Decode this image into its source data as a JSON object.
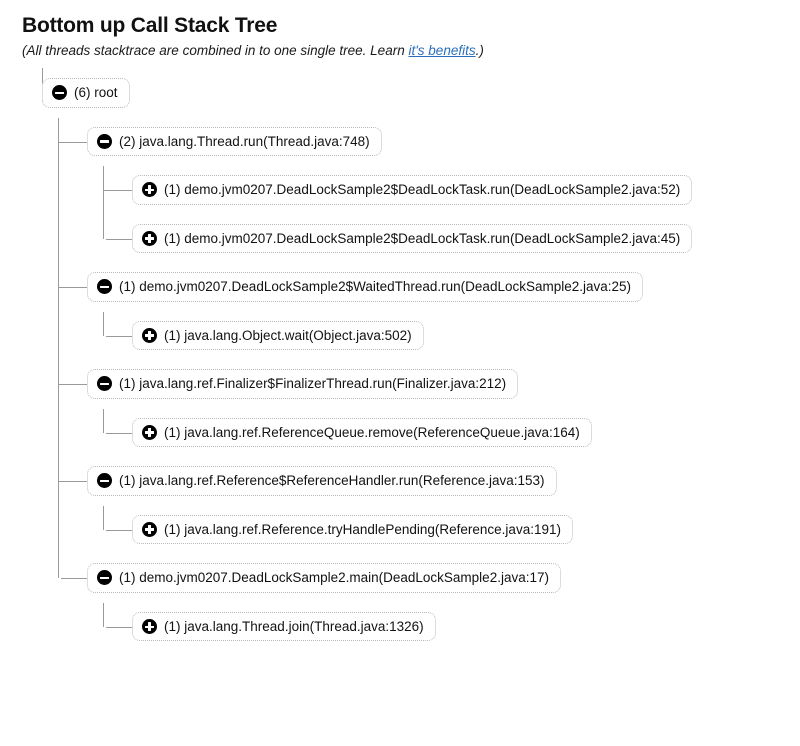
{
  "header": {
    "title": "Bottom up Call Stack Tree",
    "subtitle_prefix": "(All threads stacktrace are combined in to one single tree. Learn ",
    "subtitle_link": "it's benefits",
    "subtitle_suffix": ".)"
  },
  "colors": {
    "link": "#2a6ebb",
    "node_border": "#b9b9b9",
    "connector": "#9a9a9a",
    "icon": "#000000",
    "background": "#ffffff",
    "text": "#121212"
  },
  "icons": {
    "collapse": "minus-circle-icon",
    "expand": "plus-circle-icon"
  },
  "tree": {
    "root": {
      "label": "(6) root",
      "count": 6,
      "name": "root",
      "state": "expanded",
      "icon": "minus-circle-icon",
      "children": [
        {
          "label": "(2) java.lang.Thread.run(Thread.java:748)",
          "count": 2,
          "state": "expanded",
          "icon": "minus-circle-icon",
          "children": [
            {
              "label": "(1) demo.jvm0207.DeadLockSample2$DeadLockTask.run(DeadLockSample2.java:52)",
              "count": 1,
              "state": "collapsed",
              "icon": "plus-circle-icon",
              "children": []
            },
            {
              "label": "(1) demo.jvm0207.DeadLockSample2$DeadLockTask.run(DeadLockSample2.java:45)",
              "count": 1,
              "state": "collapsed",
              "icon": "plus-circle-icon",
              "children": []
            }
          ]
        },
        {
          "label": "(1) demo.jvm0207.DeadLockSample2$WaitedThread.run(DeadLockSample2.java:25)",
          "count": 1,
          "state": "expanded",
          "icon": "minus-circle-icon",
          "children": [
            {
              "label": "(1) java.lang.Object.wait(Object.java:502)",
              "count": 1,
              "state": "collapsed",
              "icon": "plus-circle-icon",
              "children": []
            }
          ]
        },
        {
          "label": "(1) java.lang.ref.Finalizer$FinalizerThread.run(Finalizer.java:212)",
          "count": 1,
          "state": "expanded",
          "icon": "minus-circle-icon",
          "children": [
            {
              "label": "(1) java.lang.ref.ReferenceQueue.remove(ReferenceQueue.java:164)",
              "count": 1,
              "state": "collapsed",
              "icon": "plus-circle-icon",
              "children": []
            }
          ]
        },
        {
          "label": "(1) java.lang.ref.Reference$ReferenceHandler.run(Reference.java:153)",
          "count": 1,
          "state": "expanded",
          "icon": "minus-circle-icon",
          "children": [
            {
              "label": "(1) java.lang.ref.Reference.tryHandlePending(Reference.java:191)",
              "count": 1,
              "state": "collapsed",
              "icon": "plus-circle-icon",
              "children": []
            }
          ]
        },
        {
          "label": "(1) demo.jvm0207.DeadLockSample2.main(DeadLockSample2.java:17)",
          "count": 1,
          "state": "expanded",
          "icon": "minus-circle-icon",
          "children": [
            {
              "label": "(1) java.lang.Thread.join(Thread.java:1326)",
              "count": 1,
              "state": "collapsed",
              "icon": "plus-circle-icon",
              "children": []
            }
          ]
        }
      ]
    }
  }
}
